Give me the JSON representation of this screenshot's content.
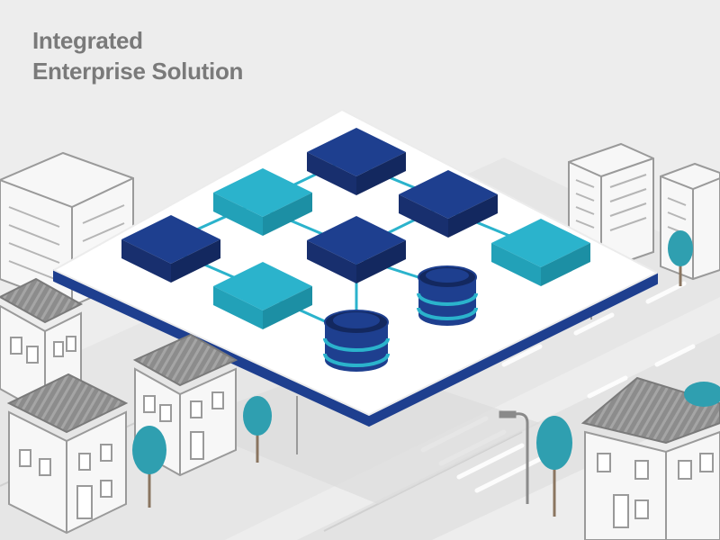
{
  "title": {
    "line1": "Integrated",
    "line2": "Enterprise Solution"
  },
  "colors": {
    "background": "#ededed",
    "title_text": "#7a7a7a",
    "platform_top": "#ffffff",
    "platform_edge": "#1e3f8f",
    "connector": "#2bb3cc",
    "node_dark": "#1e3f8f",
    "node_light": "#2bb3cc",
    "building_stroke": "#9a9a9a",
    "roof_fill": "#8a8a8a",
    "tree": "#2f9fb0",
    "road": "#e2e2e2"
  },
  "diagram": {
    "nodes": [
      {
        "id": "node-top",
        "kind": "block",
        "shade": "dark"
      },
      {
        "id": "node-upper-left",
        "kind": "block",
        "shade": "light"
      },
      {
        "id": "node-upper-right",
        "kind": "block",
        "shade": "dark"
      },
      {
        "id": "node-left",
        "kind": "block",
        "shade": "dark"
      },
      {
        "id": "node-center",
        "kind": "block",
        "shade": "dark"
      },
      {
        "id": "node-right",
        "kind": "block",
        "shade": "light"
      },
      {
        "id": "node-lower-left",
        "kind": "block",
        "shade": "light"
      },
      {
        "id": "database-right",
        "kind": "database"
      },
      {
        "id": "database-bottom",
        "kind": "database"
      }
    ],
    "icons": [
      "building-icon",
      "house-icon",
      "tree-icon",
      "streetlight-icon",
      "database-icon"
    ]
  }
}
